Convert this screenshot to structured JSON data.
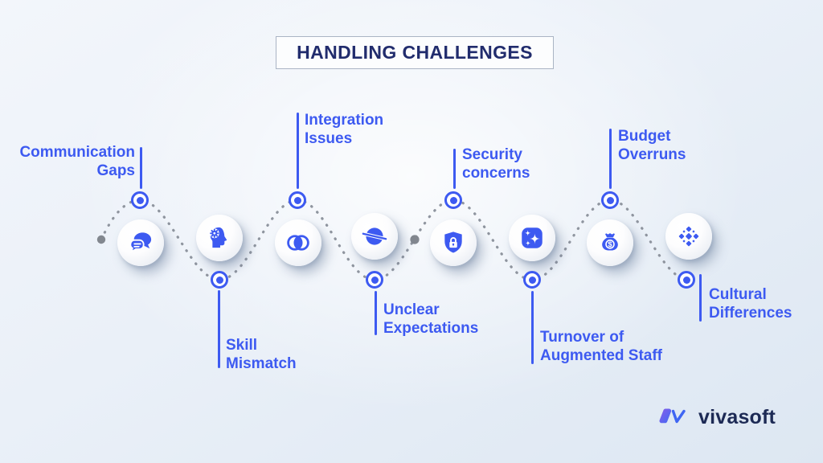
{
  "title": "HANDLING CHALLENGES",
  "colors": {
    "accent": "#3D5AF1",
    "title_navy": "#212c6d",
    "path_dot_gray": "#8f959f",
    "logo_navy": "#1d2a55",
    "logo_purple": "#8a5ce8",
    "logo_blue": "#3f6af5"
  },
  "items": [
    {
      "label": "Communication\nGaps",
      "icon": "chat-bubbles-icon",
      "label_position": "top"
    },
    {
      "label": "Skill\nMismatch",
      "icon": "head-gear-icon",
      "label_position": "bottom"
    },
    {
      "label": "Integration\nIssues",
      "icon": "venn-circles-icon",
      "label_position": "top"
    },
    {
      "label": "Unclear\nExpectations",
      "icon": "planet-icon",
      "label_position": "bottom"
    },
    {
      "label": "Security\nconcerns",
      "icon": "shield-lock-icon",
      "label_position": "top"
    },
    {
      "label": "Turnover of\nAugmented Staff",
      "icon": "sparkles-icon",
      "label_position": "bottom"
    },
    {
      "label": "Budget\nOverruns",
      "icon": "money-bag-icon",
      "label_position": "top"
    },
    {
      "label": "Cultural\nDifferences",
      "icon": "diamond-cluster-icon",
      "label_position": "bottom"
    }
  ],
  "logo": {
    "text": "vivasoft"
  }
}
